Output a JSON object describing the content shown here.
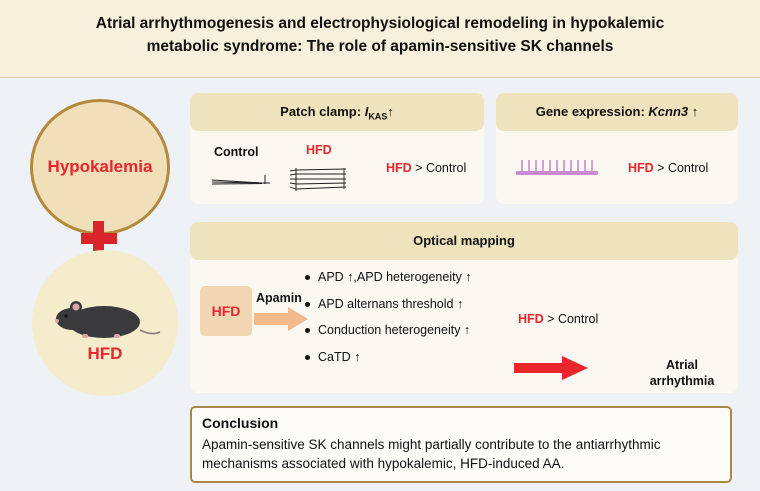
{
  "header": {
    "line1": "Atrial arrhythmogenesis and electrophysiological remodeling in hypokalemic",
    "line2": "metabolic syndrome: The role of apamin-sensitive SK channels"
  },
  "left": {
    "hypokalemia_label": "Hypokalemia",
    "hfd_label": "HFD"
  },
  "patch_clamp": {
    "title_prefix": "Patch clamp: ",
    "title_symbol": "I",
    "title_subscript": "KAS",
    "title_arrow": "↑",
    "control_label": "Control",
    "hfd_label": "HFD",
    "result_hfd": "HFD",
    "result_rest": " > Control"
  },
  "gene_expression": {
    "title_prefix": "Gene expression: ",
    "title_gene": "Kcnn3",
    "title_arrow": " ↑",
    "result_hfd": "HFD",
    "result_rest": " > Control"
  },
  "optical_mapping": {
    "title": "Optical mapping",
    "hfd_box_label": "HFD",
    "apamin_label": "Apamin",
    "bullets": [
      "APD ↑,APD heterogeneity ↑",
      "APD alternans threshold ↑",
      "Conduction heterogeneity ↑",
      "CaTD ↑"
    ],
    "result_hfd": "HFD",
    "result_rest": " > Control",
    "atrial_line1": "Atrial",
    "atrial_line2": "arrhythmia"
  },
  "conclusion": {
    "title": "Conclusion",
    "line1": "Apamin-sensitive SK channels might partially contribute to the antiarrhythmic",
    "line2": "mechanisms associated with hypokalemic, HFD-induced AA."
  },
  "colors": {
    "accent_red": "#e8262b",
    "header_bg": "#f6f0dc",
    "panel_head": "#efe3bd",
    "arrow_orange": "#f3b98b"
  }
}
